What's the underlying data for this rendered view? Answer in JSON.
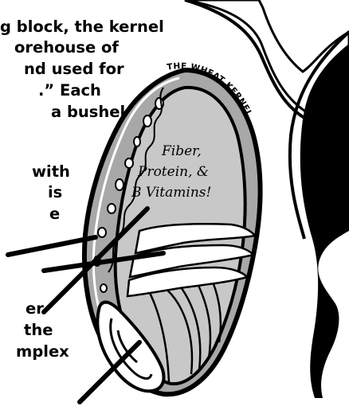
{
  "text_lines": [
    "g block, the kernel",
    "orehouse of",
    "nd used for",
    ".” Each",
    "a bushel",
    "with",
    "is",
    "e",
    "er",
    "the",
    "mplex"
  ],
  "kernel": {
    "title": "THE WHEAT KERNEL",
    "callout_line1": "Fiber,",
    "callout_line2": "Protein, &",
    "callout_line3": "B Vitamins!"
  },
  "colors": {
    "ink": "#000000",
    "bran_fill": "#a8a8a8",
    "endosperm_fill": "#c8c8c8",
    "white": "#ffffff"
  }
}
